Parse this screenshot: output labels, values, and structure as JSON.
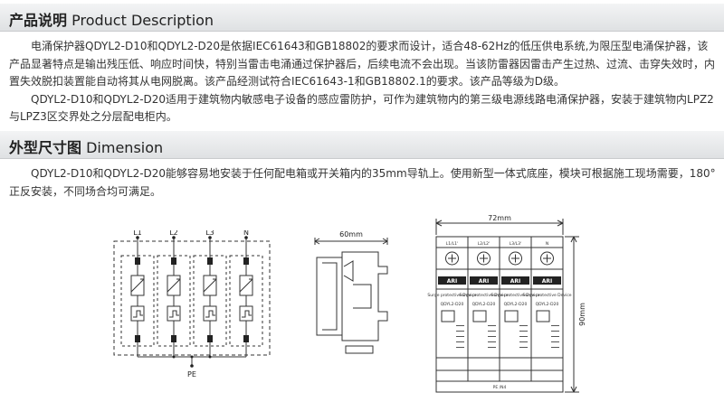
{
  "section1": {
    "title_zh": "产品说明",
    "title_en": "Product Description",
    "paragraphs": [
      "电涌保护器QDYL2-D10和QDYL2-D20是依据IEC61643和GB18802的要求而设计，适合48-62Hz的低压供电系统,为限压型电涌保护器，该产品显著特点是输出残压低、响应时间快，特别当雷击电涌通过保护器后，后续电流不会出现。当该防雷器因雷击产生过热、过流、击穿失效时，内置失效脱扣装置能自动将其从电网脱离。该产品经测试符合IEC61643-1和GB18802.1的要求。该产品等级为D级。",
      "QDYL2-D10和QDYL2-D20适用于建筑物内敏感电子设备的感应雷防护，可作为建筑物内的第三级电源线路电涌保护器，安装于建筑物内LPZ2与LPZ3区交界处之分层配电柜内。"
    ]
  },
  "section2": {
    "title_zh": "外型尺寸图",
    "title_en": "Dimension",
    "paragraphs": [
      "QDYL2-D10和QDYL2-D20能够容易地安装于任何配电箱或开关箱内的35mm导轨上。使用新型一体式底座，模块可根据施工现场需要，180° 正反安装，不同场合均可满足。"
    ]
  },
  "figure_circuit": {
    "labels": [
      "L1",
      "L2",
      "L3",
      "N"
    ],
    "ground": "PE"
  },
  "figure_side": {
    "dimension": "60mm"
  },
  "figure_front": {
    "width_dim": "72mm",
    "height_dim": "90mm",
    "terminal_labels": [
      "L1/L1'",
      "L2/L2'",
      "L3/L3'",
      "N"
    ],
    "brand": "ARI",
    "module_text": "Surge protective Device",
    "model": "QDYL2-D20",
    "pe_label": "PE /N4"
  }
}
